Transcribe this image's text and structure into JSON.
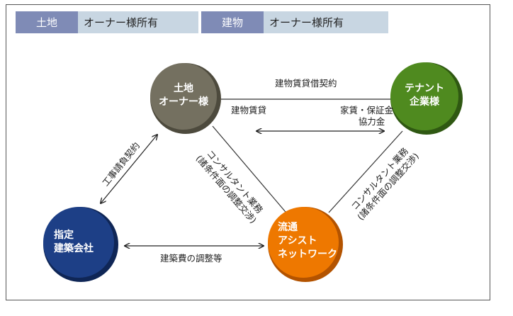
{
  "header": {
    "land_tag": "土地",
    "land_value": "オーナー様所有",
    "building_tag": "建物",
    "building_value": "オーナー様所有"
  },
  "nodes": {
    "owner": {
      "line1": "土地",
      "line2": "オーナー様",
      "color": "#747060"
    },
    "tenant": {
      "line1": "テナント",
      "line2": "企業様",
      "color": "#4f8a1f"
    },
    "builder": {
      "line1": "指定",
      "line2": "建築会社",
      "color": "#1d3f86"
    },
    "assist": {
      "line1": "流通",
      "line2": "アシスト",
      "line3": "ネットワーク",
      "color": "#ee7800"
    }
  },
  "labels": {
    "lease_contract": "建物賃貸借契約",
    "building_lease": "建物賃貸",
    "rent_line1": "家賃・保証金",
    "rent_line2": "協力金",
    "construction_contract": "工事請負契約",
    "consult_owner_line1": "コンサルタント業務",
    "consult_owner_line2": "(諸条件面の調整交渉)",
    "consult_tenant_line1": "コンサルタント業務",
    "consult_tenant_line2": "(諸条件面の調整交渉)",
    "cost_adjust": "建築費の調整等"
  }
}
